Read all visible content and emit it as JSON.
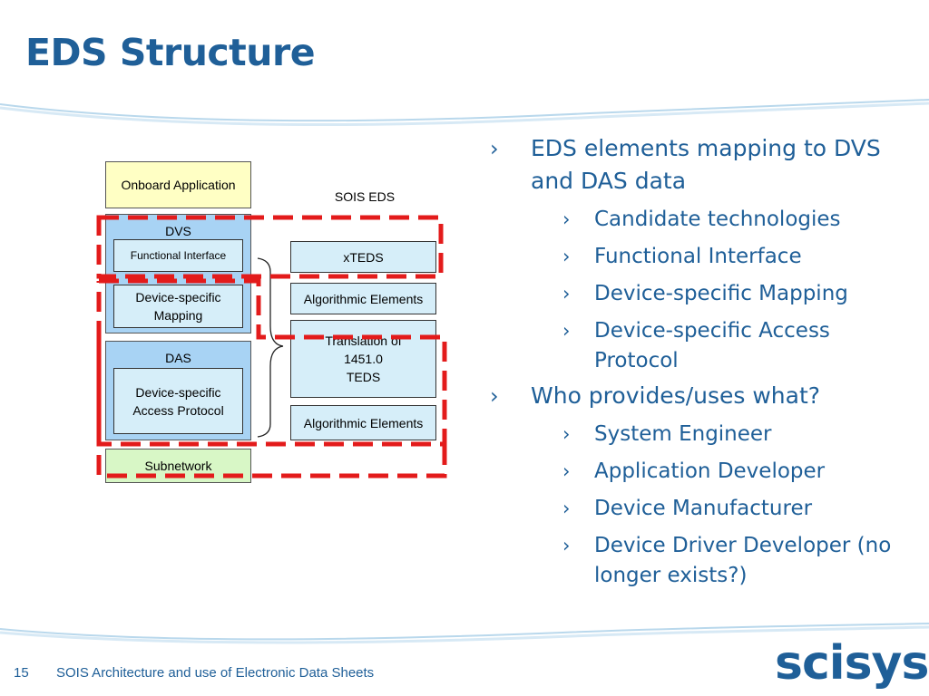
{
  "slide": {
    "title": "EDS Structure",
    "page_number": "15",
    "footer": "SOIS Architecture and use of Electronic Data Sheets",
    "logo": "scisys"
  },
  "diagram": {
    "onboard": "Onboard Application",
    "dvs": "DVS",
    "functional_interface": "Functional Interface",
    "device_specific_mapping": [
      "Device-specific",
      "Mapping"
    ],
    "das": "DAS",
    "device_specific_access": [
      "Device-specific",
      "Access Protocol"
    ],
    "subnetwork": "Subnetwork",
    "sois_eds": "SOIS EDS",
    "xteds": "xTEDS",
    "alg_elements_1": "Algorithmic Elements",
    "translation": [
      "Translation of",
      "1451.0",
      "TEDS"
    ],
    "alg_elements_2": "Algorithmic Elements"
  },
  "bullets": [
    {
      "level": 1,
      "text": "EDS elements mapping to DVS and DAS data"
    },
    {
      "level": 2,
      "text": "Candidate technologies"
    },
    {
      "level": 2,
      "text": "Functional Interface"
    },
    {
      "level": 2,
      "text": "Device-specific Mapping"
    },
    {
      "level": 2,
      "text": "Device-specific Access Protocol"
    },
    {
      "level": 1,
      "text": "Who provides/uses what?"
    },
    {
      "level": 2,
      "text": "System Engineer"
    },
    {
      "level": 2,
      "text": "Application Developer"
    },
    {
      "level": 2,
      "text": "Device Manufacturer"
    },
    {
      "level": 2,
      "text": "Device Driver Developer (no longer exists?)"
    }
  ],
  "colors": {
    "accent": "#1f5f98",
    "dashed_highlight": "#e31b1b",
    "layer_blue": "#a8d3f4",
    "inner_blue": "#d6eef9",
    "onboard_yellow": "#ffffc4",
    "subnetwork_green": "#d8f7c6"
  }
}
